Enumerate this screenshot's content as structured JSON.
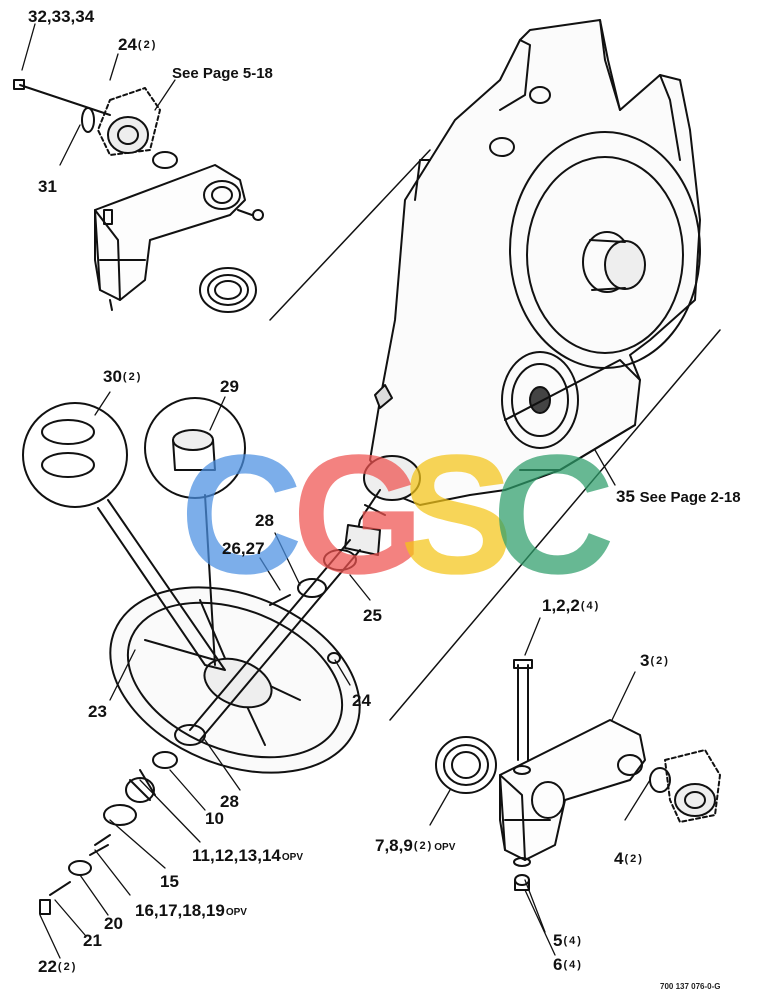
{
  "watermark": {
    "letters": [
      {
        "text": "C",
        "color": "#4a90e2"
      },
      {
        "text": "G",
        "color": "#ef5350"
      },
      {
        "text": "S",
        "color": "#f5c518"
      },
      {
        "text": "C",
        "color": "#2e9e6a"
      }
    ]
  },
  "labels": {
    "l32": {
      "num": "32,33,34"
    },
    "l24top": {
      "num": "24",
      "qty": "(2)"
    },
    "seeTop": {
      "text": "See Page 5-18"
    },
    "l31": {
      "num": "31"
    },
    "l30": {
      "num": "30",
      "qty": "(2)"
    },
    "l29": {
      "num": "29"
    },
    "l28a": {
      "num": "28"
    },
    "l26": {
      "num": "26,27"
    },
    "l25": {
      "num": "25"
    },
    "l24mid": {
      "num": "24"
    },
    "l23": {
      "num": "23"
    },
    "l28b": {
      "num": "28"
    },
    "l10": {
      "num": "10"
    },
    "l11": {
      "num": "11,12,13,14",
      "suffix": "OPV"
    },
    "l15": {
      "num": "15"
    },
    "l16": {
      "num": "16,17,18,19",
      "suffix": "OPV"
    },
    "l20": {
      "num": "20"
    },
    "l21": {
      "num": "21"
    },
    "l22": {
      "num": "22",
      "qty": "(2)"
    },
    "l35": {
      "num": "35",
      "see": "See Page 2-18"
    },
    "l1": {
      "num": "1,2,2",
      "qty": "(4)"
    },
    "l3": {
      "num": "3",
      "qty": "(2)"
    },
    "l4": {
      "num": "4",
      "qty": "(2)"
    },
    "l7": {
      "num": "7,8,9",
      "qty": "(2)",
      "suffix": "OPV"
    },
    "l5": {
      "num": "5",
      "qty": "(4)"
    },
    "l6": {
      "num": "6",
      "qty": "(4)"
    }
  },
  "doc_id": "700 137 076-0-G"
}
